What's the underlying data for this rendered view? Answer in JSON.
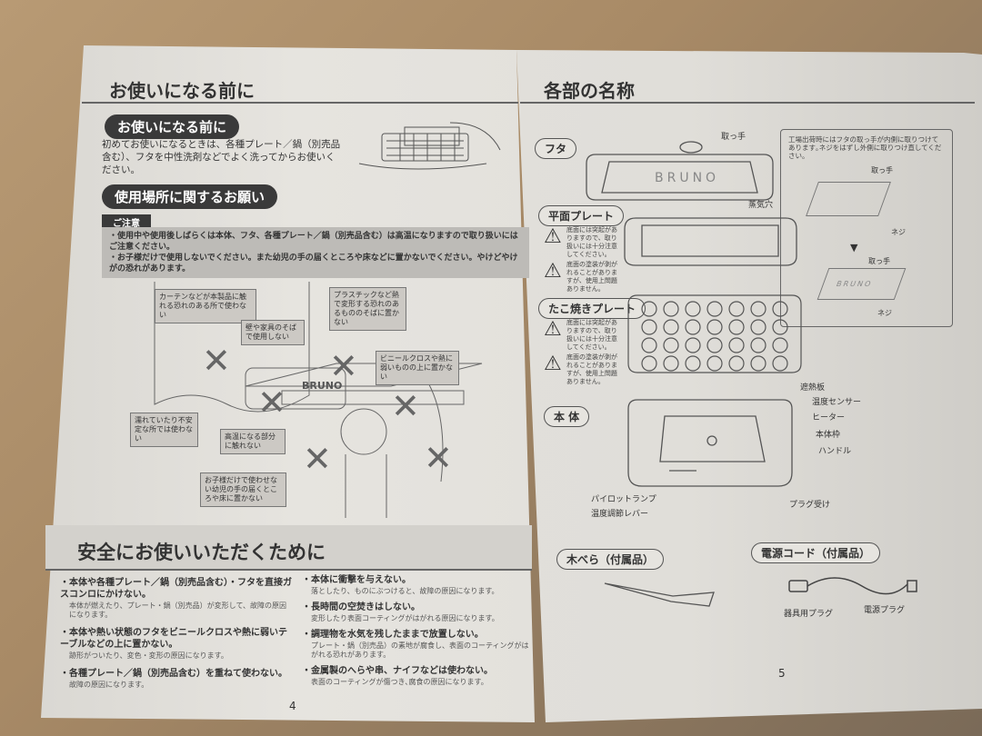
{
  "left_page": {
    "title": "お使いになる前に",
    "before_use": {
      "heading": "お使いになる前に",
      "text": "初めてお使いになるときは、各種プレート／鍋（別売品含む）、フタを中性洗剤などでよく洗ってからお使いください。"
    },
    "location": {
      "heading": "使用場所に関するお願い",
      "caution_tag": "ご注意",
      "cautions": [
        "・使用中や使用後しばらくは本体、フタ、各種プレート／鍋（別売品含む）は高温になりますので取り扱いにはご注意ください。",
        "・お子様だけで使用しないでください。また幼児の手の届くところや床などに置かないでください。やけどやけがの恐れがあります。"
      ],
      "bubbles": [
        "カーテンなどが本製品に触れる恐れのある所で使わない",
        "壁や家具のそばで使用しない",
        "プラスチックなど熱で変形する恐れのあるもののそばに置かない",
        "ビニールクロスや熱に弱いものの上に置かない",
        "濡れていたり不安定な所では使わない",
        "高温になる部分に触れない",
        "お子様だけで使わせない幼児の手の届くところや床に置かない"
      ],
      "illustration_brand": "BRUNO"
    },
    "safety": {
      "heading": "安全にお使いいただくために",
      "items": [
        {
          "title": "・本体や各種プレート／鍋（別売品含む）・フタを直接ガスコンロにかけない。",
          "note": "本体が燃えたり、プレート・鍋（別売品）が変形して、故障の原因になります。"
        },
        {
          "title": "・本体や熱い状態のフタをビニールクロスや熱に弱いテーブルなどの上に置かない。",
          "note": "跡形がついたり、変色・変形の原因になります。"
        },
        {
          "title": "・各種プレート／鍋（別売品含む）を重ねて使わない。",
          "note": "故障の原因になります。"
        },
        {
          "title": "・本体に衝撃を与えない。",
          "note": "落としたり、ものにぶつけると、故障の原因になります。"
        },
        {
          "title": "・長時間の空焚きはしない。",
          "note": "変形したり表面コーティングがはがれる原因になります。"
        },
        {
          "title": "・調理物を水気を残したままで放置しない。",
          "note": "プレート・鍋（別売品）の素地が腐食し、表面のコーティングがはがれる恐れがあります。"
        },
        {
          "title": "・金属製のへらや串、ナイフなどは使わない。",
          "note": "表面のコーティングが傷つき､腐食の原因になります。"
        }
      ]
    },
    "page_number": "4"
  },
  "right_page": {
    "title": "各部の名称",
    "lid": {
      "label": "フタ",
      "brand": "BRUNO",
      "parts": [
        "取っ手",
        "蒸気穴"
      ]
    },
    "note_box": {
      "text": "工場出荷時にはフタの取っ手が内側に取りつけてあります｡ネジをはずし外側に取りつけ直してください。",
      "parts": [
        "取っ手",
        "ネジ",
        "取っ手",
        "ネジ"
      ],
      "brand": "BRUNO"
    },
    "flat_plate": {
      "label": "平面プレート",
      "warnings": [
        "底面には突起がありますので、取り扱いには十分注意してください。",
        "底面の塗装が剥がれることがありますが、使用上問題ありません。"
      ]
    },
    "takoyaki_plate": {
      "label": "たこ焼きプレート",
      "warnings": [
        "底面には突起がありますので、取り扱いには十分注意してください。",
        "底面の塗装が剥がれることがありますが、使用上問題ありません。"
      ]
    },
    "body": {
      "label": "本 体",
      "parts": [
        "遮熱板",
        "温度センサー",
        "ヒーター",
        "本体枠",
        "ハンドル",
        "パイロットランプ",
        "温度調節レバー",
        "プラグ受け"
      ]
    },
    "spatula": {
      "label": "木べら（付属品）"
    },
    "cord": {
      "label": "電源コード（付属品）",
      "parts": [
        "器具用プラグ",
        "電源プラグ"
      ]
    },
    "page_number": "5"
  }
}
